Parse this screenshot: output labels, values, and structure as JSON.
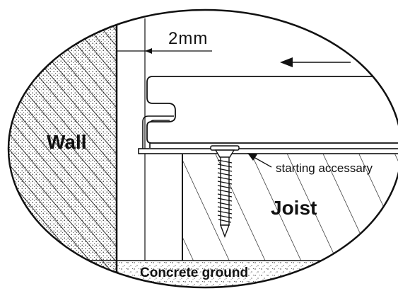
{
  "labels": {
    "gap": "2mm",
    "wall": "Wall",
    "joist": "Joist",
    "accessory": "starting accessary",
    "ground": "Concrete ground"
  },
  "colors": {
    "ink": "#111111",
    "paper": "#ffffff"
  }
}
